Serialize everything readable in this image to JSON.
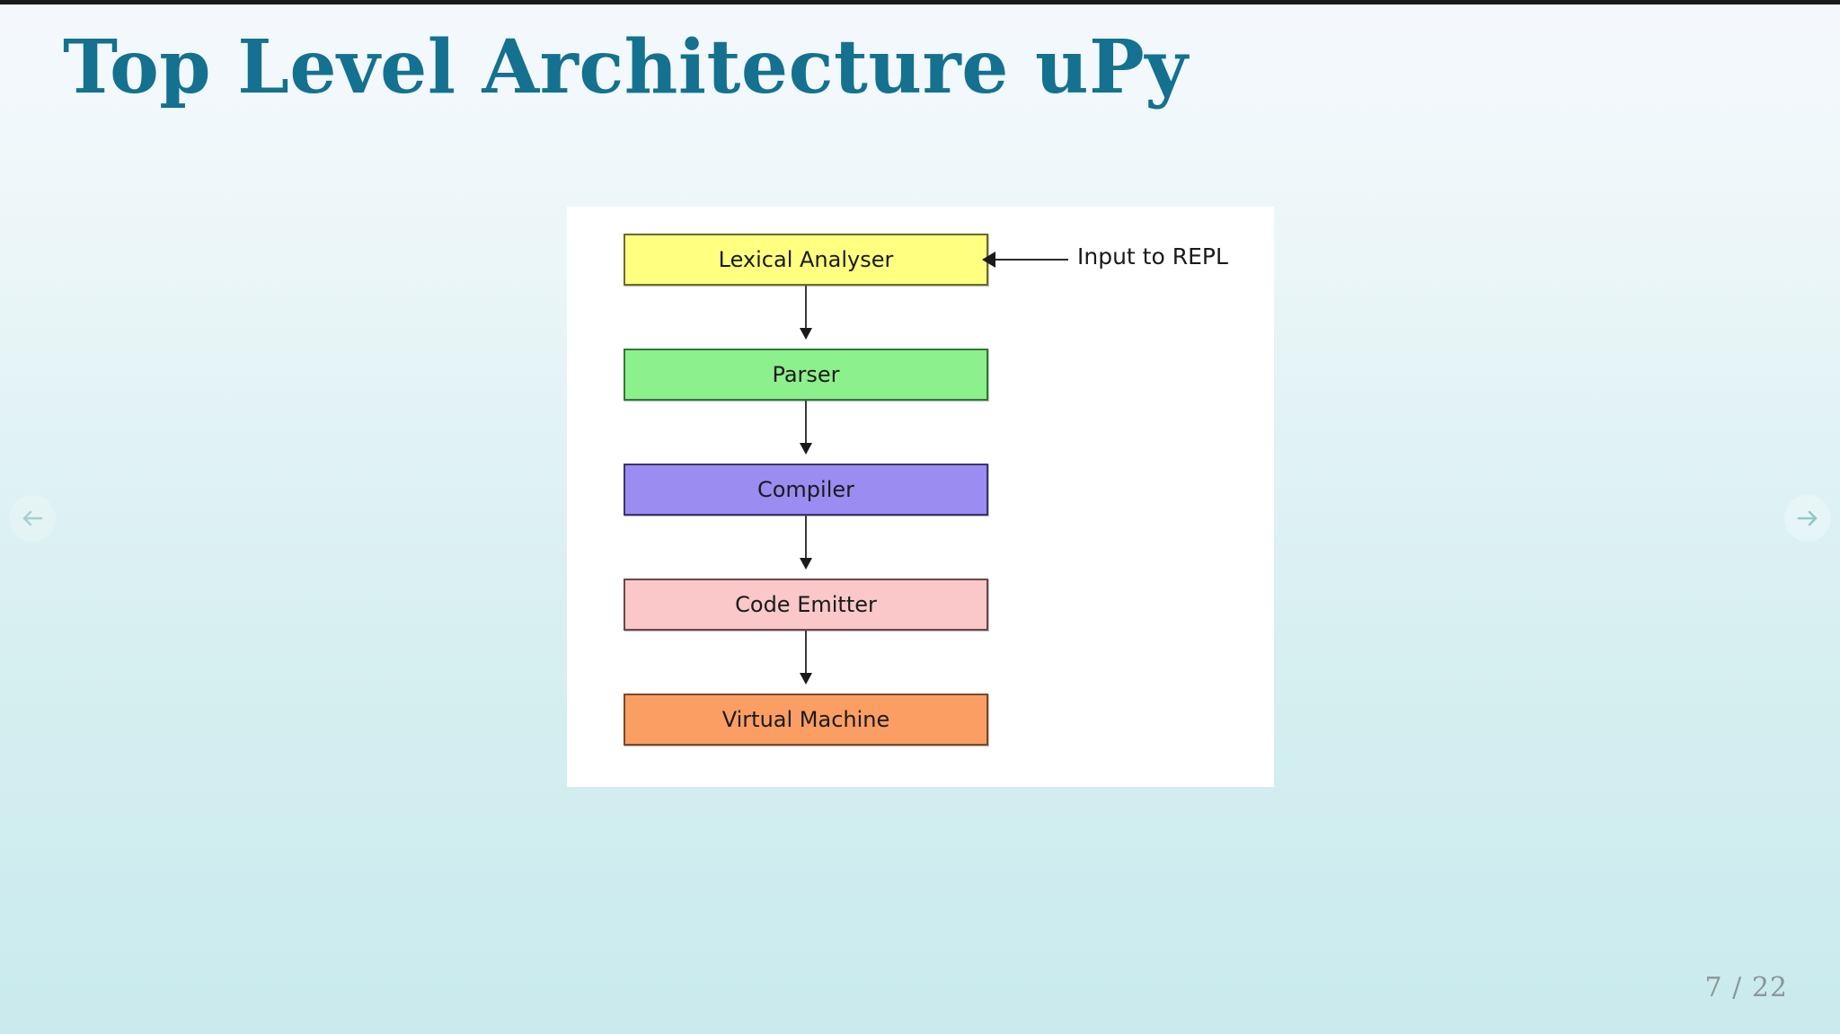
{
  "slide": {
    "title": "Top Level Architecture uPy",
    "page_indicator": "7 / 22",
    "title_color": "#14718f",
    "background_top_color": "#f4f8fd",
    "background_bottom_color": "#c9eaee"
  },
  "navigation": {
    "prev_icon": "arrow-left-icon",
    "next_icon": "arrow-right-icon"
  },
  "diagram": {
    "type": "flowchart",
    "panel_background": "#ffffff",
    "nodes": [
      {
        "id": "lexical",
        "label": "Lexical Analyser",
        "fill": "#ffff80",
        "stroke": "#6b6b2e"
      },
      {
        "id": "parser",
        "label": "Parser",
        "fill": "#8cf08c",
        "stroke": "#2f7a33"
      },
      {
        "id": "compiler",
        "label": "Compiler",
        "fill": "#9a8cf0",
        "stroke": "#3a3470"
      },
      {
        "id": "emitter",
        "label": "Code Emitter",
        "fill": "#fac8c8",
        "stroke": "#6e4747"
      },
      {
        "id": "vm",
        "label": "Virtual Machine",
        "fill": "#fa9e64",
        "stroke": "#7a4a25"
      }
    ],
    "edges": [
      {
        "from": "lexical",
        "to": "parser",
        "style": "arrow-down"
      },
      {
        "from": "parser",
        "to": "compiler",
        "style": "arrow-down"
      },
      {
        "from": "compiler",
        "to": "emitter",
        "style": "arrow-down"
      },
      {
        "from": "emitter",
        "to": "vm",
        "style": "arrow-down"
      }
    ],
    "annotations": [
      {
        "id": "repl-input",
        "label": "Input to REPL",
        "target": "lexical",
        "style": "arrow-left"
      }
    ]
  }
}
